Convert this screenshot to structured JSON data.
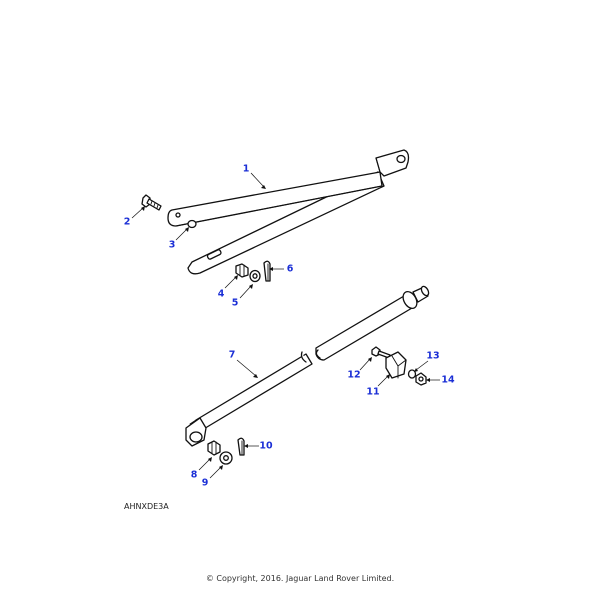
{
  "callouts": [
    {
      "id": "1",
      "label": "1"
    },
    {
      "id": "2",
      "label": "2"
    },
    {
      "id": "3",
      "label": "3"
    },
    {
      "id": "4",
      "label": "4"
    },
    {
      "id": "5",
      "label": "5"
    },
    {
      "id": "6",
      "label": "6"
    },
    {
      "id": "7",
      "label": "7"
    },
    {
      "id": "8",
      "label": "8"
    },
    {
      "id": "9",
      "label": "9"
    },
    {
      "id": "10",
      "label": "10"
    },
    {
      "id": "11",
      "label": "11"
    },
    {
      "id": "12",
      "label": "12"
    },
    {
      "id": "13",
      "label": "13"
    },
    {
      "id": "14",
      "label": "14"
    }
  ],
  "diagram_code": "AHNXDE3A",
  "copyright": "© Copyright, 2016. Jaguar Land Rover Limited.",
  "colors": {
    "callout": "#1b2fd6",
    "line": "#111111"
  }
}
